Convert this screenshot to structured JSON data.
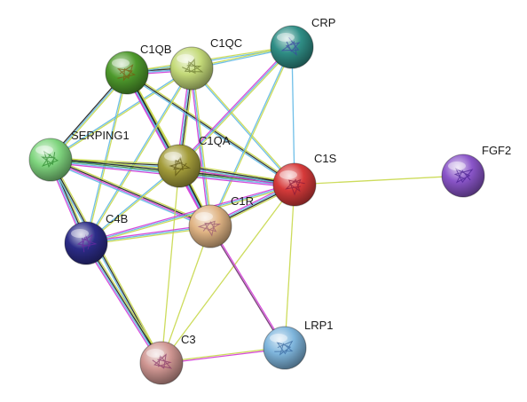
{
  "network": {
    "nodes": [
      {
        "id": "C1QB",
        "label": "C1QB",
        "color": "#4e9a2c",
        "glyph": "#7a5a10"
      },
      {
        "id": "C1QC",
        "label": "C1QC",
        "color": "#c4da79",
        "glyph": "#6b7a30"
      },
      {
        "id": "CRP",
        "label": "CRP",
        "color": "#2f8e86",
        "glyph": "#3a4aa0"
      },
      {
        "id": "SERPING1",
        "label": "SERPING1",
        "color": "#7fd57e",
        "glyph": "#2f8a30"
      },
      {
        "id": "C1QA",
        "label": "C1QA",
        "color": "#a39c3a",
        "glyph": "#5a5010"
      },
      {
        "id": "C1S",
        "label": "C1S",
        "color": "#d63a3a",
        "glyph": "#8a1a3a"
      },
      {
        "id": "FGF2",
        "label": "FGF2",
        "color": "#8a55c9",
        "glyph": "#4a2090"
      },
      {
        "id": "C4B",
        "label": "C4B",
        "color": "#2c2c88",
        "glyph": "#6a2aa0"
      },
      {
        "id": "C1R",
        "label": "C1R",
        "color": "#e0b484",
        "glyph": "#9a5a70"
      },
      {
        "id": "LRP1",
        "label": "LRP1",
        "color": "#7fb6dd",
        "glyph": "#3a6aa0"
      },
      {
        "id": "C3",
        "label": "C3",
        "color": "#cf9692",
        "glyph": "#8a3a6a"
      }
    ],
    "edges": [
      {
        "source": "C1QB",
        "target": "C1QC",
        "colors": [
          "#c8d84a",
          "#1e1e1e",
          "#5fb8e6",
          "#d13ad6"
        ]
      },
      {
        "source": "C1QB",
        "target": "CRP",
        "colors": [
          "#c8d84a",
          "#5fb8e6"
        ]
      },
      {
        "source": "C1QC",
        "target": "CRP",
        "colors": [
          "#c8d84a",
          "#5fb8e6"
        ]
      },
      {
        "source": "C1QB",
        "target": "SERPING1",
        "colors": [
          "#c8d84a",
          "#5fb8e6",
          "#1e1e1e"
        ]
      },
      {
        "source": "C1QC",
        "target": "SERPING1",
        "colors": [
          "#c8d84a",
          "#5fb8e6"
        ]
      },
      {
        "source": "C1QB",
        "target": "C1QA",
        "colors": [
          "#c8d84a",
          "#1e1e1e",
          "#5fb8e6",
          "#d13ad6"
        ]
      },
      {
        "source": "C1QC",
        "target": "C1QA",
        "colors": [
          "#c8d84a",
          "#1e1e1e",
          "#5fb8e6",
          "#d13ad6"
        ]
      },
      {
        "source": "C1QB",
        "target": "C1S",
        "colors": [
          "#c8d84a",
          "#1e1e1e",
          "#5fb8e6"
        ]
      },
      {
        "source": "C1QC",
        "target": "C1S",
        "colors": [
          "#c8d84a",
          "#5fb8e6"
        ]
      },
      {
        "source": "C1QB",
        "target": "C1R",
        "colors": [
          "#c8d84a",
          "#1e1e1e",
          "#5fb8e6",
          "#d13ad6"
        ]
      },
      {
        "source": "C1QC",
        "target": "C1R",
        "colors": [
          "#c8d84a",
          "#5fb8e6",
          "#d13ad6"
        ]
      },
      {
        "source": "C1QB",
        "target": "C4B",
        "colors": [
          "#c8d84a",
          "#5fb8e6"
        ]
      },
      {
        "source": "C1QC",
        "target": "C4B",
        "colors": [
          "#c8d84a",
          "#5fb8e6"
        ]
      },
      {
        "source": "CRP",
        "target": "C1QA",
        "colors": [
          "#c8d84a",
          "#5fb8e6",
          "#d13ad6"
        ]
      },
      {
        "source": "CRP",
        "target": "C1S",
        "colors": [
          "#5fb8e6"
        ]
      },
      {
        "source": "CRP",
        "target": "C1R",
        "colors": [
          "#c8d84a",
          "#5fb8e6"
        ]
      },
      {
        "source": "SERPING1",
        "target": "C1QA",
        "colors": [
          "#c8d84a",
          "#1e1e1e",
          "#5fb8e6"
        ]
      },
      {
        "source": "SERPING1",
        "target": "C1S",
        "colors": [
          "#c8d84a",
          "#1e1e1e",
          "#3a8a3a",
          "#5fb8e6",
          "#d13ad6"
        ]
      },
      {
        "source": "SERPING1",
        "target": "C1R",
        "colors": [
          "#c8d84a",
          "#1e1e1e",
          "#d13ad6",
          "#5fb8e6"
        ]
      },
      {
        "source": "SERPING1",
        "target": "C4B",
        "colors": [
          "#c8d84a",
          "#1e1e1e",
          "#5fb8e6",
          "#d13ad6"
        ]
      },
      {
        "source": "SERPING1",
        "target": "C3",
        "colors": [
          "#c8d84a",
          "#1e1e1e",
          "#5fb8e6"
        ]
      },
      {
        "source": "C1QA",
        "target": "C1S",
        "colors": [
          "#c8d84a",
          "#1e1e1e",
          "#5fb8e6",
          "#d13ad6"
        ]
      },
      {
        "source": "C1QA",
        "target": "C1R",
        "colors": [
          "#c8d84a",
          "#1e1e1e",
          "#5fb8e6",
          "#d13ad6"
        ]
      },
      {
        "source": "C1QA",
        "target": "C4B",
        "colors": [
          "#c8d84a",
          "#5fb8e6"
        ]
      },
      {
        "source": "C1QA",
        "target": "C3",
        "colors": [
          "#c8d84a"
        ]
      },
      {
        "source": "C1S",
        "target": "FGF2",
        "colors": [
          "#c8d84a"
        ]
      },
      {
        "source": "C1S",
        "target": "C1R",
        "colors": [
          "#c8d84a",
          "#1e1e1e",
          "#5fb8e6",
          "#d13ad6"
        ]
      },
      {
        "source": "C1S",
        "target": "C4B",
        "colors": [
          "#c8d84a",
          "#5fb8e6",
          "#d13ad6"
        ]
      },
      {
        "source": "C1S",
        "target": "LRP1",
        "colors": [
          "#c8d84a"
        ]
      },
      {
        "source": "C1S",
        "target": "C3",
        "colors": [
          "#c8d84a"
        ]
      },
      {
        "source": "C1R",
        "target": "C4B",
        "colors": [
          "#c8d84a",
          "#5fb8e6",
          "#d13ad6"
        ]
      },
      {
        "source": "C1R",
        "target": "C3",
        "colors": [
          "#c8d84a"
        ]
      },
      {
        "source": "C1R",
        "target": "LRP1",
        "colors": [
          "#d13ad6",
          "#6b2a6b"
        ]
      },
      {
        "source": "C4B",
        "target": "C3",
        "colors": [
          "#c8d84a",
          "#1e1e1e",
          "#5fb8e6",
          "#d13ad6"
        ]
      },
      {
        "source": "C3",
        "target": "LRP1",
        "colors": [
          "#c8d84a",
          "#d13ad6"
        ]
      }
    ]
  }
}
